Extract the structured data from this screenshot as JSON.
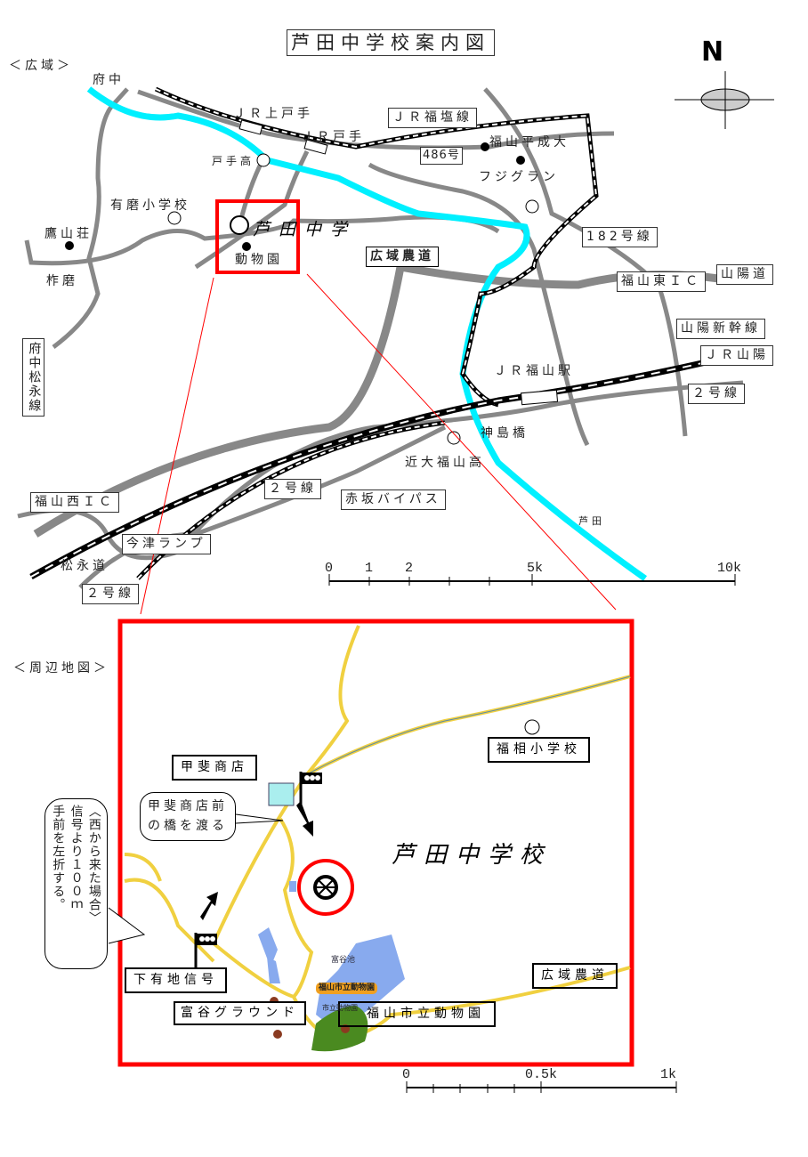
{
  "title": "芦田中学校案内図",
  "wide_area": {
    "section_label": "＜広域＞",
    "labels": {
      "fuchu": "府中",
      "jr_kamitode": "ＪＲ上戸手",
      "jr_tode": "ＪＲ戸手",
      "tode_high": "戸手高",
      "jr_fukuen_line": "ＪＲ福塩線",
      "route_486": "486号",
      "fukuyama_heisei_univ": "福山平成大",
      "fuji_grand": "フジグラン",
      "arima_elem": "有磨小学校",
      "ashida_jhs": "芦田中学",
      "zoo": "動物園",
      "takayamaso": "鷹山荘",
      "sakuma": "柞磨",
      "koiki_nodo": "広域農道",
      "route_182": "182号線",
      "sanyo_expressway": "山陽道",
      "fukuyama_higashi_ic": "福山東ＩＣ",
      "sanyo_shinkansen": "山陽新幹線",
      "jr_sanyo": "ＪＲ山陽",
      "route_2_east": "２号線",
      "jr_fukuyama_station": "ＪＲ福山駅",
      "kojima_bridge": "神島橋",
      "kindai_fukuyama_high": "近大福山高",
      "fuchu_matsunaga_line": "府中松永線",
      "route_2_center": "２号線",
      "akasaka_bypass": "赤坂バイパス",
      "fukuyama_nishi_ic": "福山西ＩＣ",
      "imazu_ramp": "今津ランプ",
      "matsunaga_road": "松永道",
      "route_2_west": "２号線",
      "ashida_river": "芦田"
    },
    "scale": [
      "0",
      "1",
      "2",
      "5k",
      "10k"
    ],
    "north": "N"
  },
  "detail_area": {
    "section_label": "＜周辺地図＞",
    "labels": {
      "kai_shop": "甲斐商店",
      "kai_bridge_note": [
        "甲斐商店前",
        "の橋を渡る"
      ],
      "fukuso_elem": "福相小学校",
      "ashida_jhs": "芦田中学校",
      "west_note": [
        "〈西から来た場合〉",
        "信号より１００ｍ",
        "手前を左折する。"
      ],
      "shimoarichi_signal": "下有地信号",
      "tomiya_ground": "富谷グラウンド",
      "fukuyama_zoo": "福山市立動物園",
      "koiki_nodo": "広域農道",
      "tomiya_pond": "富谷池",
      "zoo_map_label": "福山市立動物園",
      "zoo_small": "市立動物園"
    },
    "scale": [
      "0",
      "0.5k",
      "1k"
    ]
  },
  "colors": {
    "river": "#00f0ff",
    "road": "#888888",
    "highlight": "#ff0000",
    "local_road": "#f0d040",
    "pond": "#88aaee",
    "park": "#4a8a20"
  }
}
